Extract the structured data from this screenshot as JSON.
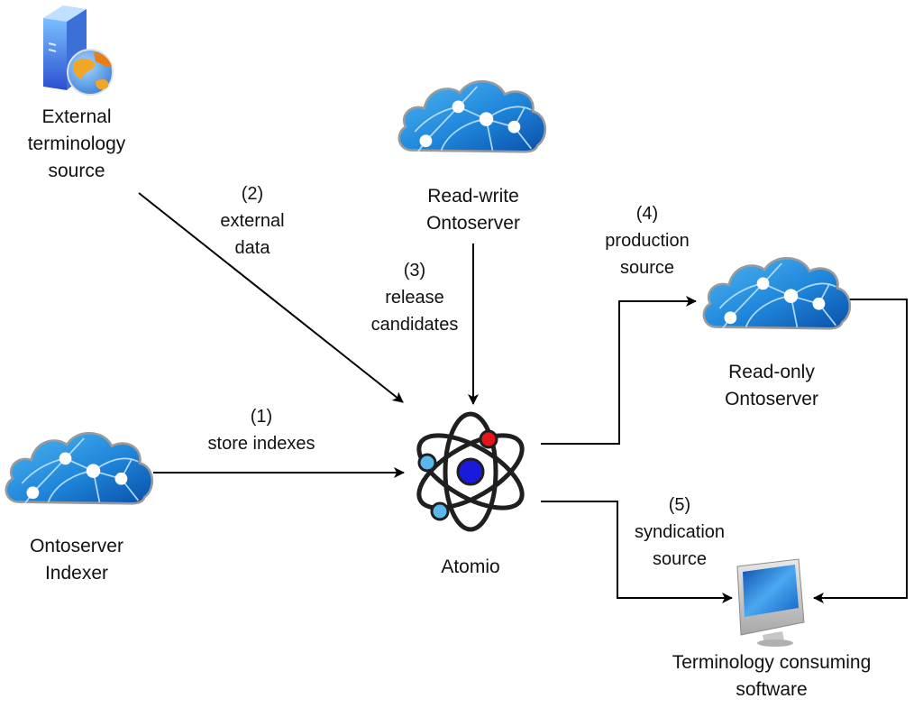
{
  "diagram": {
    "nodes": [
      {
        "id": "external-source",
        "icon": "server-globe-icon",
        "label_lines": [
          "External",
          "terminology",
          "source"
        ]
      },
      {
        "id": "read-write-ontoserver",
        "icon": "cloud-network-icon",
        "label_lines": [
          "Read-write",
          "Ontoserver"
        ]
      },
      {
        "id": "ontoserver-indexer",
        "icon": "cloud-network-icon",
        "label_lines": [
          "Ontoserver",
          "Indexer"
        ]
      },
      {
        "id": "atomio",
        "icon": "atom-icon",
        "label_lines": [
          "Atomio"
        ]
      },
      {
        "id": "read-only-ontoserver",
        "icon": "cloud-network-icon",
        "label_lines": [
          "Read-only",
          "Ontoserver"
        ]
      },
      {
        "id": "terminology-consuming-software",
        "icon": "desktop-computer-icon",
        "label_lines": [
          "Terminology consuming",
          "software"
        ]
      }
    ],
    "edges": [
      {
        "from": "ontoserver-indexer",
        "to": "atomio",
        "label_lines": [
          "(1)",
          "store indexes"
        ]
      },
      {
        "from": "external-source",
        "to": "atomio",
        "label_lines": [
          "(2)",
          "external",
          "data"
        ]
      },
      {
        "from": "read-write-ontoserver",
        "to": "atomio",
        "label_lines": [
          "(3)",
          "release",
          "candidates"
        ]
      },
      {
        "from": "atomio",
        "to": "read-only-ontoserver",
        "label_lines": [
          "(4)",
          "production",
          "source"
        ]
      },
      {
        "from": "atomio",
        "to": "terminology-consuming-software",
        "label_lines": [
          "(5)",
          "syndication",
          "source"
        ]
      },
      {
        "from": "read-only-ontoserver",
        "to": "terminology-consuming-software",
        "label_lines": []
      }
    ]
  },
  "colors": {
    "cloud_light": "#3aa3e8",
    "cloud_dark": "#0b5fb8",
    "atom_nucleus": "#1a1adc",
    "atom_electron_red": "#e8141c",
    "atom_electron_blue": "#5bb8ec",
    "edge": "#000000"
  }
}
